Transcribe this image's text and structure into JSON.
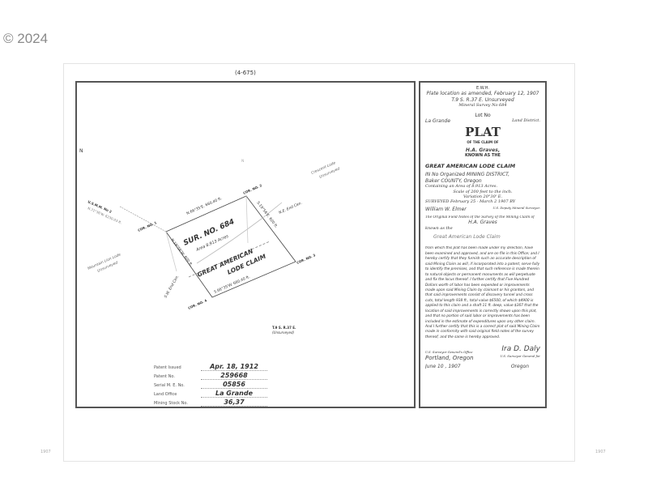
{
  "watermark": "© 2024",
  "reference": "(4-675)",
  "map": {
    "survey": "SUR. NO. 684",
    "area": "Area 8.913 Acres",
    "claim_line1": "GREAT AMERICAN",
    "claim_line2": "LODE CLAIM",
    "north_line": "N.66°35'E. 660.40 ft.",
    "south_line": "S.66°35'W. 660.40 ft.",
    "east_line": "S.19°56'E. 600 ft.",
    "west_line": "N.19°56'W. 600 ft.",
    "cor1": "COR. NO. 1",
    "cor2": "COR. NO. 2",
    "cor3": "COR. NO. 3",
    "cor4": "COR. NO. 4",
    "usmm": "U.S.M.M. No 2",
    "tie": "N.71°36'W. 6230.03 ft.",
    "ne_end": "N.E. End Cen.",
    "sw_end": "S.W. End Cen.",
    "crescent": "Crescent Lode",
    "crescent2": "Unsurveyed",
    "mountain": "Mountain Lion Lode",
    "mountain2": "Unsurveyed",
    "township": "T.9 S. R.37 E.",
    "township2": "(Unsurveyed)",
    "margin_n": "N"
  },
  "patent_info": [
    {
      "label": "Patent Issued",
      "value": "Apr. 18, 1912"
    },
    {
      "label": "Patent No.",
      "value": "259668"
    },
    {
      "label": "Serial M. E. No.",
      "value": "05856"
    },
    {
      "label": "Land Office",
      "value": "La Grande"
    },
    {
      "label": "Mining Stock No.",
      "value": "36,37"
    }
  ],
  "panel": {
    "initials": "E.W.H.",
    "amended": "Plate location as amended, February 12, 1907",
    "township": "T.9 S. R.37 E. Unsurveyed",
    "mineral_survey": "Mineral Survey No 684",
    "lot": "Lot No",
    "land_district_name": "La Grande",
    "land_district": "Land District.",
    "title": "PLAT",
    "of_claim": "OF THE CLAIM OF",
    "claimant": "H.A. Graves,",
    "known_as": "KNOWN AS THE",
    "claim_name": "GREAT AMERICAN LODE CLAIM",
    "district": "IN  No Organized   MINING DISTRICT,",
    "county": "Baker   COUNTY,  Oregon",
    "area": "Containing an Area of  8.913  Acres.",
    "scale": "Scale of  200  feet to the inch.",
    "variation": "Variation 20°30' E.",
    "surveyed": "SURVEYED February 25 - March 2  1907  BY",
    "surveyor": "William W. Elmer",
    "surveyor_title": "U.S. Deputy Mineral Surveyor.",
    "field_notes": "The Original Field Notes of the Survey of the Mining Claim of",
    "field_claimant": "H.A. Graves",
    "known_as2": "known as the",
    "field_claim": "Great American Lode Claim",
    "certification": "from which this plat has been made under my direction, have been examined and approved, and are on file in this Office; and I hereby certify that they furnish such an accurate description of said Mining Claim as will, if incorporated into a patent, serve fully to identify the premises, and that such reference is made therein to natural objects or permanent monuments as will perpetuate and fix the locus thereof. I further certify that Five Hundred Dollars worth of labor has been expended or improvements made upon said Mining Claim by claimant or his grantors, and that said improvements consist of discovery tunnel and cross cuts, total length 938 ft., total value $6500, of which $4900 is applied to this claim and a shaft 11 ft. deep, value $367 that the location of said improvements is correctly shown upon this plat, and that no portion of said labor or improvements has been included in the estimate of expenditures upon any other claim. And I further certify that this is a correct plat of said Mining Claim made in conformity with said original field notes of the survey thereof, and the same is hereby approved.",
    "office": "U.S. Surveyor General's Office",
    "city": "Portland, Oregon",
    "signature": "Ira D. Daly",
    "sg_title": "U.S. Surveyor General for",
    "date": "June 10   , 1907",
    "state": "Oregon"
  },
  "margin_left": "1907",
  "margin_right": "1907"
}
